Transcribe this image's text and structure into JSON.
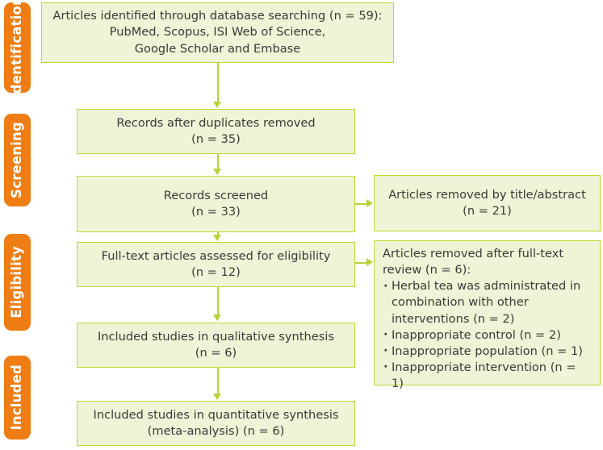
{
  "diagram": {
    "type": "prisma-flow-diagram",
    "colors": {
      "box_fill": "#eef4d6",
      "box_border": "#bfd730",
      "connector": "#b5d334",
      "stage_tab": "#ef7d13",
      "text": "#3a3a38",
      "background": "#ffffff"
    }
  },
  "stages": [
    {
      "label": "Identification"
    },
    {
      "label": "Screening"
    },
    {
      "label": "Eligibility"
    },
    {
      "label": "Included"
    }
  ],
  "boxes": {
    "identified": {
      "line1": "Articles identified through database searching (n = 59):",
      "line2": "PubMed, Scopus, ISI Web of Science,",
      "line3": "Google Scholar and Embase"
    },
    "duplicates_removed": {
      "line1": "Records after duplicates removed",
      "line2": "(n = 35)"
    },
    "records_screened": {
      "line1": "Records screened",
      "line2": "(n = 33)"
    },
    "fulltext_assessed": {
      "line1": "Full-text articles assessed for eligibility",
      "line2": "(n = 12)"
    },
    "qualitative_synthesis": {
      "line1": "Included studies in qualitative synthesis",
      "line2": "(n = 6)"
    },
    "quantitative_synthesis": {
      "line1": "Included studies in quantitative synthesis",
      "line2": "(meta-analysis) (n = 6)"
    },
    "removed_title_abstract": {
      "line1": "Articles removed by title/abstract",
      "line2": "(n = 21)"
    },
    "removed_fulltext": {
      "lead1": "Articles removed after full-text",
      "lead2": "review (n = 6):",
      "reasons": [
        "Herbal tea was administrated in combination with other interventions (n = 2)",
        "Inappropriate control (n = 2)",
        "Inappropriate population (n = 1)",
        "Inappropriate intervention (n = 1)"
      ]
    }
  }
}
